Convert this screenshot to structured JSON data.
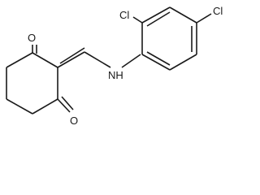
{
  "molecule": {
    "atoms": {
      "o_top": "O",
      "o_bottom": "O",
      "nh": "NH",
      "cl_ortho": "Cl",
      "cl_para": "Cl"
    }
  }
}
